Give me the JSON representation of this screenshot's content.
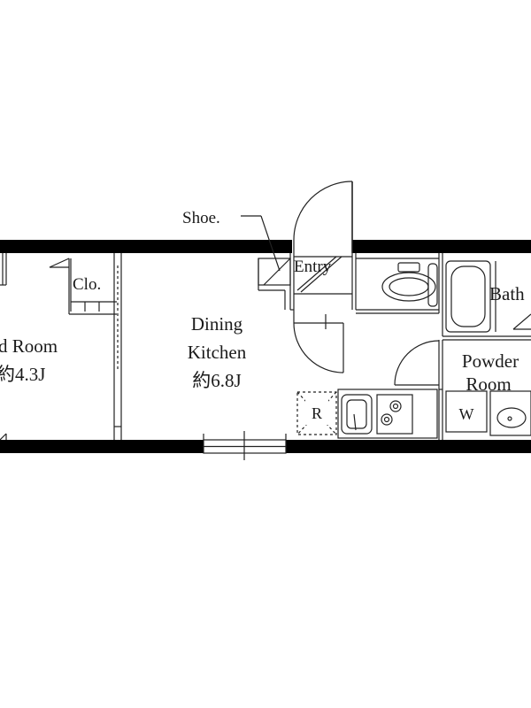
{
  "labels": {
    "shoe": "Shoe.",
    "entry": "Entry",
    "closet": "Clo.",
    "bedroom_name": "d Room",
    "bedroom_size": "約4.3J",
    "dining_line1": "Dining",
    "dining_line2": "Kitchen",
    "dining_size": "約6.8J",
    "bath": "Bath",
    "powder_line1": "Powder",
    "powder_line2": "Room",
    "refrigerator": "R",
    "washer": "W"
  },
  "colors": {
    "wall": "#000000",
    "line": "#222222",
    "background": "#ffffff"
  }
}
